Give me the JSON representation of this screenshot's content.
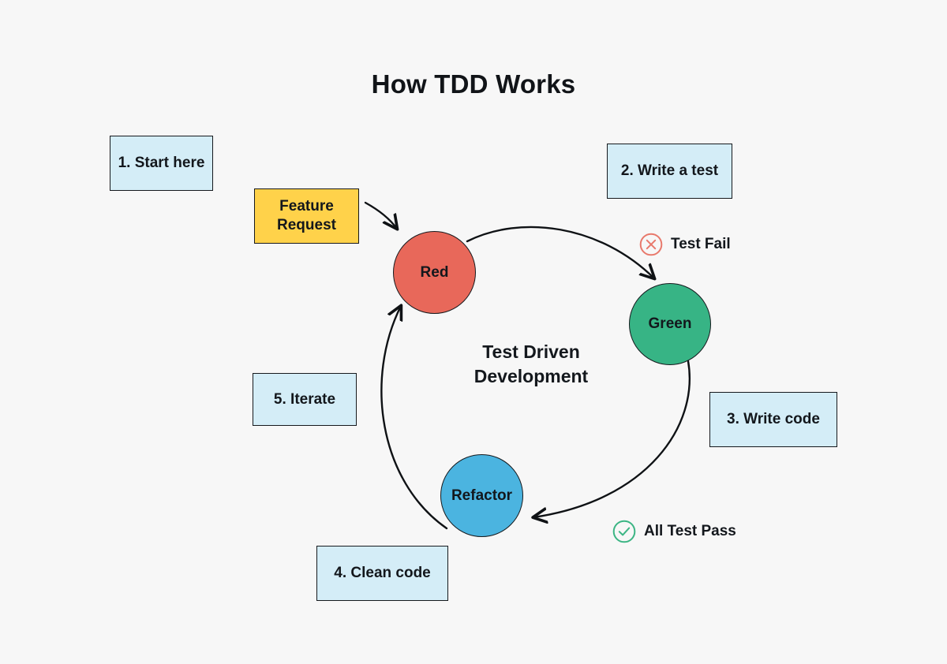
{
  "page": {
    "title": "How TDD Works",
    "background_color": "#f7f7f7"
  },
  "diagram": {
    "type": "cycle-flow",
    "center_label": "Test Driven\nDevelopment",
    "nodes": [
      {
        "id": "red",
        "label": "Red",
        "color": "#e8685a",
        "shape": "circle"
      },
      {
        "id": "green",
        "label": "Green",
        "color": "#37b485",
        "shape": "circle"
      },
      {
        "id": "refactor",
        "label": "Refactor",
        "color": "#4bb4e0",
        "shape": "circle"
      }
    ],
    "input_box": {
      "label": "Feature\nRequest",
      "color": "#ffd24a"
    },
    "callouts": [
      {
        "id": "step-1",
        "label": "1. Start here",
        "color": "#d4edf7"
      },
      {
        "id": "step-2",
        "label": "2. Write a test",
        "color": "#d4edf7"
      },
      {
        "id": "step-3",
        "label": "3. Write code",
        "color": "#d4edf7"
      },
      {
        "id": "step-4",
        "label": "4. Clean code",
        "color": "#d4edf7"
      },
      {
        "id": "step-5",
        "label": "5. Iterate",
        "color": "#d4edf7"
      }
    ],
    "status_markers": [
      {
        "id": "test-fail",
        "label": "Test Fail",
        "icon": "x-circle-icon",
        "color": "#e8685a"
      },
      {
        "id": "all-test-pass",
        "label": "All Test Pass",
        "icon": "check-circle-icon",
        "color": "#37b485"
      }
    ],
    "edges": [
      {
        "from": "feature-request",
        "to": "red",
        "style": "curved-arrow"
      },
      {
        "from": "red",
        "to": "green",
        "style": "curved-arrow",
        "marker": "test-fail"
      },
      {
        "from": "green",
        "to": "refactor",
        "style": "curved-arrow",
        "marker": "all-test-pass"
      },
      {
        "from": "refactor",
        "to": "red",
        "style": "curved-arrow"
      }
    ]
  }
}
